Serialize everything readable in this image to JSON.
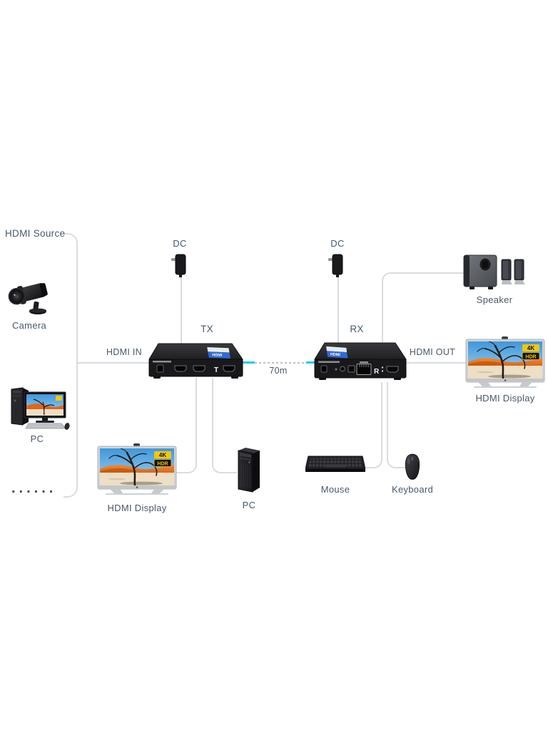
{
  "labels": {
    "hdmi_source": "HDMI Source",
    "camera": "Camera",
    "pc_source": "PC",
    "ellipsis": "......",
    "hdmi_in": "HDMI IN",
    "dc_tx": "DC",
    "dc_rx": "DC",
    "tx": "TX",
    "rx": "RX",
    "distance": "70m",
    "hdmi_out": "HDMI OUT",
    "speaker": "Speaker",
    "display_right": "HDMI Display",
    "display_left": "HDMI Display",
    "pc_bottom": "PC",
    "below_rx_left": "Mouse",
    "below_rx_right": "Keyboard",
    "tx_port_letter": "T",
    "rx_port_letter": "R",
    "badge_4k": "4K",
    "badge_hdr": "HDR",
    "sticker": "HDMI"
  },
  "colors": {
    "accent_cyan": "#18cdf2",
    "line_gray": "#d9dce0",
    "text": "#48586a",
    "device_black": "#19191b",
    "sticker_blue": "#2e6ad8",
    "badge_yellow": "#f3c60a"
  }
}
